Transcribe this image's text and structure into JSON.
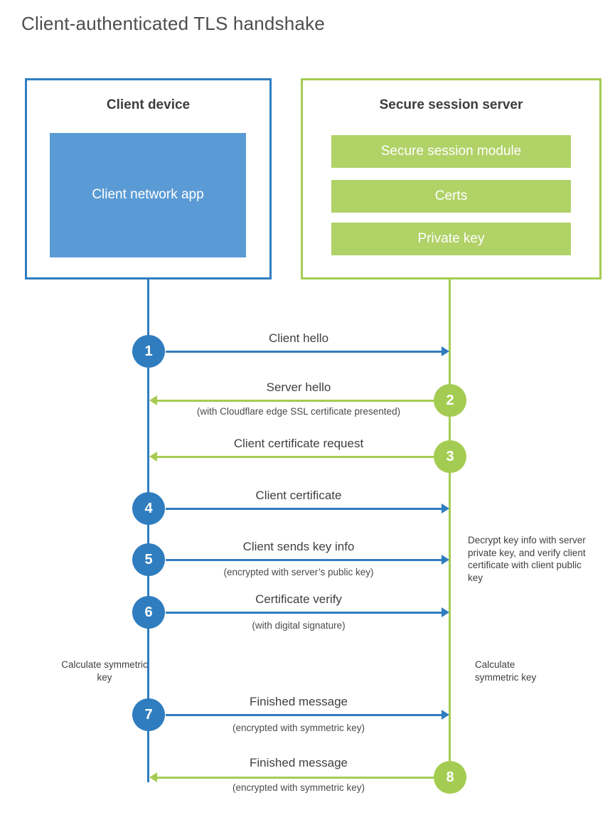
{
  "title": "Client-authenticated TLS handshake",
  "colors": {
    "blue": "#2f7dbf",
    "blue-fill": "#5b9bd5",
    "green": "#a5cc52",
    "green-fill": "#b0d267"
  },
  "client": {
    "title": "Client device",
    "app": "Client network app"
  },
  "server": {
    "title": "Secure session server",
    "modules": [
      "Secure session module",
      "Certs",
      "Private key"
    ]
  },
  "steps": [
    {
      "num": "1",
      "label": "Client hello",
      "sub": "",
      "direction": "client-to-server"
    },
    {
      "num": "2",
      "label": "Server hello",
      "sub": "(with Cloudflare edge SSL certificate presented)",
      "direction": "server-to-client"
    },
    {
      "num": "3",
      "label": "Client certificate request",
      "sub": "",
      "direction": "server-to-client"
    },
    {
      "num": "4",
      "label": "Client certificate",
      "sub": "",
      "direction": "client-to-server"
    },
    {
      "num": "5",
      "label": "Client sends key info",
      "sub": "(encrypted with server’s public key)",
      "direction": "client-to-server"
    },
    {
      "num": "6",
      "label": "Certificate verify",
      "sub": "(with digital signature)",
      "direction": "client-to-server"
    },
    {
      "num": "7",
      "label": "Finished message",
      "sub": "(encrypted with symmetric key)",
      "direction": "client-to-server"
    },
    {
      "num": "8",
      "label": "Finished message",
      "sub": "(encrypted with symmetric key)",
      "direction": "server-to-client"
    }
  ],
  "annotations": {
    "decrypt": "Decrypt key info with server private key, and verify client certificate with client public key",
    "calc_left": "Calculate symmetric key",
    "calc_right": "Calculate symmetric key"
  }
}
